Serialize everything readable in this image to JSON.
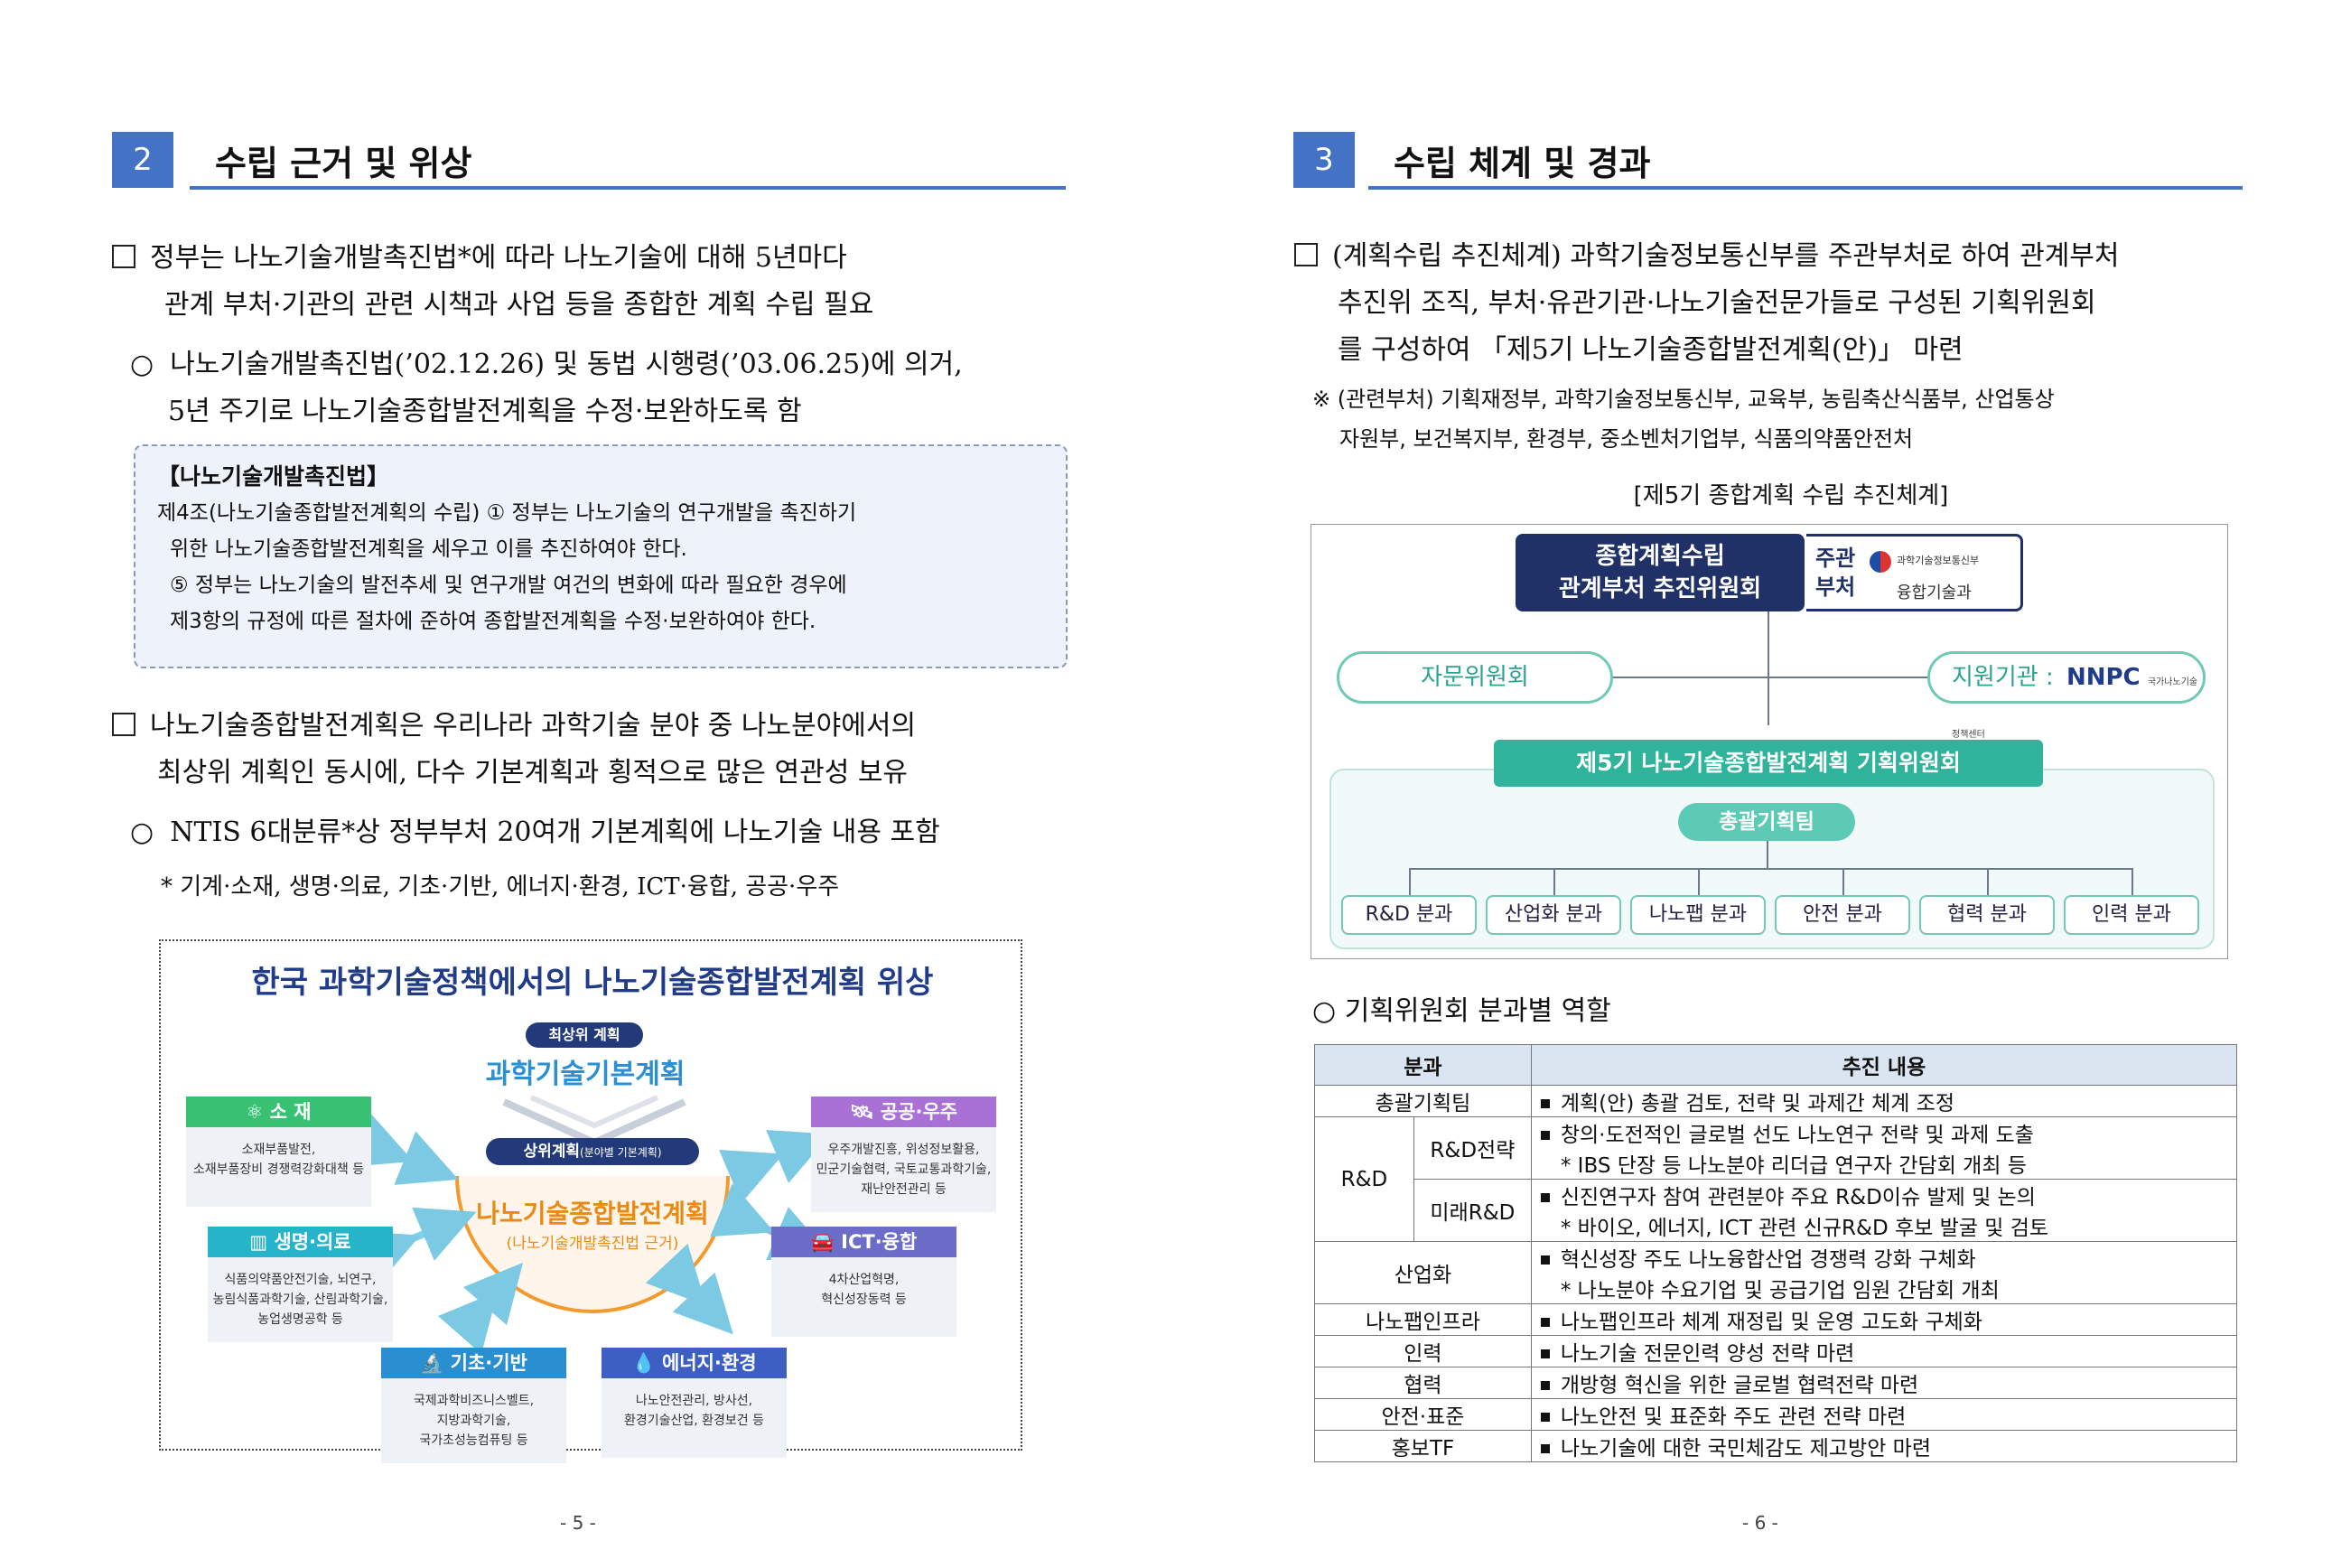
{
  "left": {
    "section": {
      "num": "2",
      "title": "수립 근거 및 위상"
    },
    "p1": [
      "정부는 나노기술개발촉진법*에 따라 나노기술에 대해 5년마다",
      "관계 부처·기관의 관련 시책과 사업 등을 종합한 계획 수립 필요"
    ],
    "p1_sub": [
      "나노기술개발촉진법(’02.12.26) 및 동법 시행령(’03.06.25)에 의거,",
      "5년 주기로 나노기술종합발전계획을 수정·보완하도록 함"
    ],
    "law": {
      "title": "【나노기술개발촉진법】",
      "lines": [
        "제4조(나노기술종합발전계획의 수립) ① 정부는 나노기술의 연구개발을 촉진하기",
        "위한 나노기술종합발전계획을 세우고 이를 추진하여야 한다.",
        "⑤ 정부는 나노기술의 발전추세 및 연구개발 여건의 변화에 따라 필요한 경우에",
        "제3항의 규정에 따른 절차에 준하여 종합발전계획을 수정·보완하여야 한다."
      ]
    },
    "p2": [
      "나노기술종합발전계획은 우리나라 과학기술 분야 중 나노분야에서의",
      "최상위 계획인 동시에, 다수 기본계획과 횡적으로 많은 연관성 보유"
    ],
    "p2_sub": "NTIS 6대분류*상 정부부처 20여개 기본계획에 나노기술 내용 포함",
    "p2_note": "* 기계·소재, 생명·의료, 기초·기반, 에너지·환경, ICT·융합, 공공·우주",
    "figure": {
      "title": "한국 과학기술정책에서의 나노기술종합발전계획 위상",
      "top_badge": "최상위 계획",
      "top_plan": "과학기술기본계획",
      "mid_badge": "상위계획",
      "mid_badge_small": "(분야별 기본계획)",
      "center_title": "나노기술종합발전계획",
      "center_sub": "(나노기술개발촉진법 근거)",
      "cats": [
        {
          "name": "소 재",
          "icon": "atom-icon",
          "desc": [
            "소재부품발전,",
            "소재부품장비 경쟁력강화대책 등"
          ],
          "color": "#38c172"
        },
        {
          "name": "공공·우주",
          "icon": "satellite-icon",
          "desc": [
            "우주개발진흥, 위성정보활용,",
            "민군기술협력, 국토교통과학기술,",
            "재난안전관리 등"
          ],
          "color": "#a970d6"
        },
        {
          "name": "생명·의료",
          "icon": "bars-icon",
          "desc": [
            "식품의약품안전기술, 뇌연구,",
            "농림식품과학기술, 산림과학기술,",
            "농업생명공학 등"
          ],
          "color": "#25b4c9"
        },
        {
          "name": "ICT·융합",
          "icon": "car-icon",
          "desc": [
            "4차산업혁명,",
            "혁신성장동력 등"
          ],
          "color": "#6c6cc9"
        },
        {
          "name": "기초·기반",
          "icon": "microscope-icon",
          "desc": [
            "국제과학비즈니스벨트,",
            "지방과학기술,",
            "국가초성능컴퓨팅 등"
          ],
          "color": "#2a8fd1"
        },
        {
          "name": "에너지·환경",
          "icon": "drop-icon",
          "desc": [
            "나노안전관리, 방사선,",
            "환경기술산업, 환경보건 등"
          ],
          "color": "#3d5fc4"
        }
      ]
    },
    "page_num": "- 5 -"
  },
  "right": {
    "section": {
      "num": "3",
      "title": "수립 체계 및 경과"
    },
    "p1": [
      "(계획수립 추진체계) 과학기술정보통신부를 주관부처로 하여 관계부처",
      "추진위 조직, 부처·유관기관·나노기술전문가들로 구성된 기획위원회",
      "를 구성하여 「제5기 나노기술종합발전계획(안)」 마련"
    ],
    "note": [
      "※ (관련부처) 기획재정부, 과학기술정보통신부, 교육부, 농림축산식품부, 산업통상",
      "자원부, 보건복지부, 환경부, 중소벤처기업부, 식품의약품안전처"
    ],
    "chart_caption": "[제5기 종합계획 수립 추진체계]",
    "org": {
      "top_line1": "종합계획수립",
      "top_line2": "관계부처 추진위원회",
      "lead_label1": "주관",
      "lead_label2": "부처",
      "ministry_small": "과학기술정보통신부",
      "ministry_dept": "융합기술과",
      "advisory": "자문위원회",
      "support": "지원기관 :",
      "nnpc": "NNPC",
      "nnpc_sub": "국가나노기술정책센터",
      "committee": "제5기 나노기술종합발전계획 기획위원회",
      "team": "총괄기획팀",
      "subs": [
        "R&D 분과",
        "산업화 분과",
        "나노팹 분과",
        "안전 분과",
        "협력 분과",
        "인력 분과"
      ]
    },
    "roles_title": "○ 기획위원회 분과별 역할",
    "table": {
      "headers": [
        "분과",
        "추진 내용"
      ],
      "r1": {
        "name": "총괄기획팀",
        "items": [
          "계획(안) 총괄 검토, 전략 및 과제간 체계 조정"
        ]
      },
      "rd": "R&D",
      "r2": {
        "name": "R&D전략",
        "items": [
          "창의·도전적인 글로벌 선도 나노연구 전략 및 과제 도출"
        ],
        "note": "* IBS 단장 등 나노분야 리더급 연구자 간담회 개최 등"
      },
      "r3": {
        "name": "미래R&D",
        "items": [
          "신진연구자 참여 관련분야 주요 R&D이슈 발제 및 논의"
        ],
        "note": "* 바이오, 에너지, ICT 관련 신규R&D 후보 발굴 및 검토"
      },
      "r4": {
        "name": "산업화",
        "items": [
          "혁신성장 주도 나노융합산업 경쟁력 강화 구체화"
        ],
        "note": "* 나노분야 수요기업 및 공급기업 임원 간담회 개최"
      },
      "r5": {
        "name": "나노팹인프라",
        "items": [
          "나노팹인프라 체계 재정립 및 운영 고도화 구체화"
        ]
      },
      "r6": {
        "name": "인력",
        "items": [
          "나노기술 전문인력 양성 전략 마련"
        ]
      },
      "r7": {
        "name": "협력",
        "items": [
          "개방형 혁신을 위한 글로벌 협력전략 마련"
        ]
      },
      "r8": {
        "name": "안전·표준",
        "items": [
          "나노안전 및 표준화 주도 관련 전략 마련"
        ]
      },
      "r9": {
        "name": "홍보TF",
        "items": [
          "나노기술에 대한 국민체감도 제고방안 마련"
        ]
      }
    },
    "page_num": "- 6 -"
  }
}
